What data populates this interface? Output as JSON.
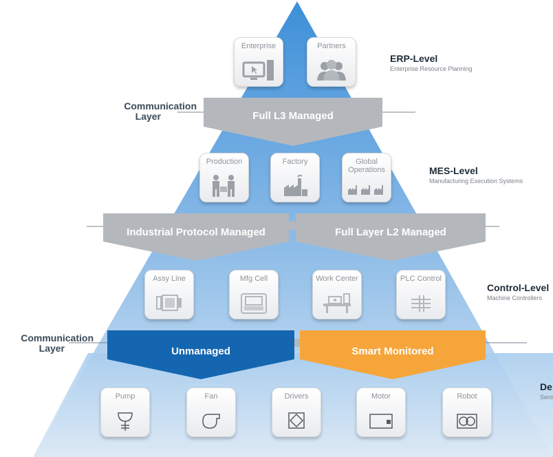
{
  "levels": {
    "erp": {
      "title": "ERP-Level",
      "subtitle": "Enterprise Resource Planning"
    },
    "mes": {
      "title": "MES-Level",
      "subtitle": "Manufacturing Execution Systems"
    },
    "control": {
      "title": "Control-Level",
      "subtitle": "Machine Controllers"
    },
    "device": {
      "title": "De",
      "subtitle": "Sens"
    }
  },
  "communication_layers": [
    {
      "line1": "Communication",
      "line2": "Layer"
    },
    {
      "line1": "Communication",
      "line2": "Layer"
    }
  ],
  "bands": {
    "l3": {
      "label": "Full L3 Managed",
      "color": "#b4b8bd"
    },
    "industrial": {
      "label": "Industrial Protocol Managed",
      "color": "#b4b8bd"
    },
    "l2": {
      "label": "Full Layer L2 Managed",
      "color": "#b4b8bd"
    },
    "unmanaged": {
      "label": "Unmanaged",
      "color": "#1466b0"
    },
    "smart": {
      "label": "Smart Monitored",
      "color": "#f6a53a"
    }
  },
  "tiles": {
    "erp": [
      {
        "label": "Enterprise",
        "icon": "computer-icon"
      },
      {
        "label": "Partners",
        "icon": "people-icon"
      }
    ],
    "mes": [
      {
        "label": "Production",
        "icon": "workers-icon"
      },
      {
        "label": "Factory",
        "icon": "factory-icon"
      },
      {
        "label": "Global\nOperations",
        "icon": "factories-icon"
      }
    ],
    "control": [
      {
        "label": "Assy Line",
        "icon": "assembly-line-icon"
      },
      {
        "label": "Mfg Cell",
        "icon": "machine-icon"
      },
      {
        "label": "Work Center",
        "icon": "workbench-icon"
      },
      {
        "label": "PLC Control",
        "icon": "plc-icon"
      }
    ],
    "device": [
      {
        "label": "Pump",
        "icon": "pump-icon"
      },
      {
        "label": "Fan",
        "icon": "fan-icon"
      },
      {
        "label": "Drivers",
        "icon": "drivers-icon"
      },
      {
        "label": "Motor",
        "icon": "motor-icon"
      },
      {
        "label": "Robot",
        "icon": "robot-icon"
      }
    ]
  },
  "colors": {
    "pyramid_top": "#3d8fd9",
    "pyramid_bottom": "#dbe9f6",
    "tile_text": "#8f9399"
  }
}
